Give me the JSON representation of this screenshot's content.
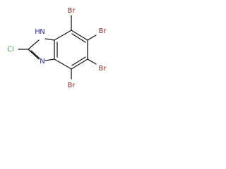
{
  "molecule": {
    "atoms": {
      "chlorine": "Cl",
      "nh_nitrogen": "N",
      "nh_hydrogen": "H",
      "imine_nitrogen": "N",
      "bromine_top": "Br",
      "bromine_upper_right": "Br",
      "bromine_lower_right": "Br",
      "bromine_bottom": "Br"
    },
    "colors": {
      "chlorine": "#3aa63a",
      "nitrogen": "#2c2ca8",
      "bromine": "#8a2a2a",
      "bond": "#1a1a1a"
    }
  }
}
